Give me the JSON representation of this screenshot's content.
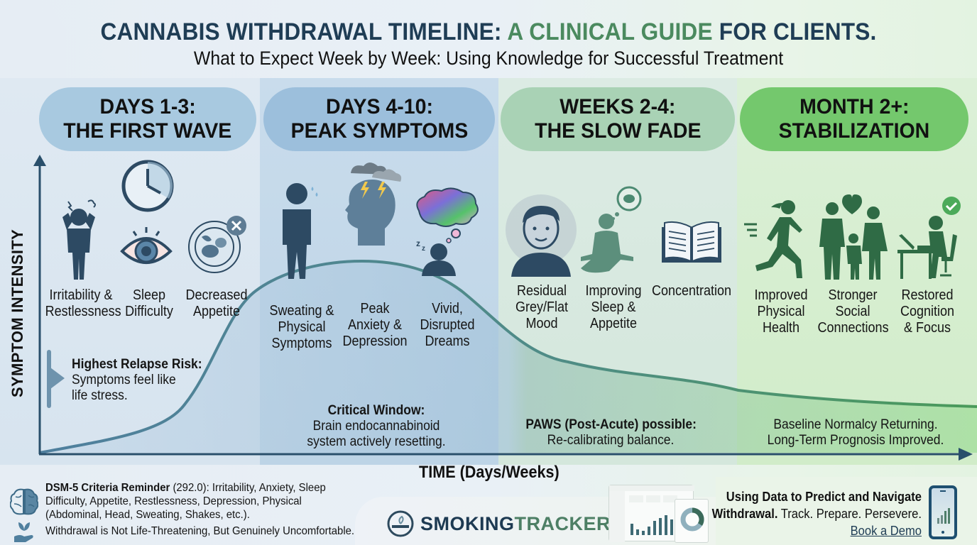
{
  "header": {
    "title_part1": "CANNABIS WITHDRAWAL TIMELINE: ",
    "title_accent": "A CLINICAL GUIDE",
    "title_part2": " FOR CLIENTS.",
    "subtitle": "What to Expect Week by Week: Using Knowledge for Successful Treatment"
  },
  "colors": {
    "title_dark": "#1f3d55",
    "title_accent": "#4b8a5f",
    "phase1_pill": "#a8c9e0",
    "phase2_pill": "#9cbfdc",
    "phase3_pill": "#a9d2b5",
    "phase4_pill": "#74c86d",
    "curve_blue": "#4f7f9e",
    "curve_green": "#4a9a5a"
  },
  "phases": [
    {
      "line1": "DAYS 1-3:",
      "line2": "THE FIRST WAVE",
      "symptoms": [
        {
          "icon": "stressed-person-icon",
          "label_lines": [
            "Irritability &",
            "Restlessness"
          ]
        },
        {
          "icon": "eye-clock-icon",
          "label_lines": [
            "Sleep",
            "Difficulty"
          ]
        },
        {
          "icon": "plate-no-food-icon",
          "label_lines": [
            "Decreased",
            "Appetite"
          ]
        }
      ],
      "note_title": "Highest Relapse Risk:",
      "note_lines": [
        "Symptoms feel like",
        "life stress."
      ]
    },
    {
      "line1": "DAYS 4-10:",
      "line2": "PEAK SYMPTOMS",
      "symptoms": [
        {
          "icon": "sweating-person-icon",
          "label_lines": [
            "Sweating &",
            "Physical",
            "Symptoms"
          ]
        },
        {
          "icon": "storm-head-icon",
          "label_lines": [
            "Peak",
            "Anxiety &",
            "Depression"
          ]
        },
        {
          "icon": "dreaming-person-icon",
          "label_lines": [
            "Vivid,",
            "Disrupted",
            "Dreams"
          ]
        }
      ],
      "note_title": "Critical Window:",
      "note_lines": [
        "Brain endocannabinoid",
        "system actively resetting."
      ]
    },
    {
      "line1": "WEEKS 2-4:",
      "line2": "THE SLOW FADE",
      "symptoms": [
        {
          "icon": "flat-mood-face-icon",
          "label_lines": [
            "Residual",
            "Grey/Flat",
            "Mood"
          ]
        },
        {
          "icon": "meditating-person-icon",
          "label_lines": [
            "Improving",
            "Sleep &",
            "Appetite"
          ]
        },
        {
          "icon": "open-book-icon",
          "label_lines": [
            "Concentration"
          ]
        }
      ],
      "note_title": "PAWS (Post-Acute) possible:",
      "note_lines": [
        "Re-calibrating balance."
      ]
    },
    {
      "line1": "MONTH 2+:",
      "line2": "STABILIZATION",
      "symptoms": [
        {
          "icon": "running-person-icon",
          "label_lines": [
            "Improved",
            "Physical",
            "Health"
          ]
        },
        {
          "icon": "family-heart-icon",
          "label_lines": [
            "Stronger",
            "Social",
            "Connections"
          ]
        },
        {
          "icon": "person-at-desk-check-icon",
          "label_lines": [
            "Restored",
            "Cognition",
            "& Focus"
          ]
        }
      ],
      "note_title": "",
      "note_lines": [
        "Baseline Normalcy Returning.",
        "Long-Term Prognosis Improved."
      ]
    }
  ],
  "chart_data": {
    "type": "area",
    "title": "Cannabis Withdrawal Timeline",
    "xlabel": "TIME (Days/Weeks)",
    "ylabel": "SYMPTOM INTENSITY",
    "categories": [
      "Days 1-3",
      "Days 4-10",
      "Weeks 2-4",
      "Month 2+"
    ],
    "x": [
      0,
      1,
      2,
      3,
      4,
      5,
      6,
      7,
      8
    ],
    "series": [
      {
        "name": "Symptom intensity (relative)",
        "values": [
          2,
          10,
          55,
          100,
          85,
          45,
          28,
          20,
          15
        ]
      }
    ],
    "ylim": [
      0,
      100
    ],
    "grid": false,
    "legend": "none"
  },
  "axis": {
    "y_label": "SYMPTOM INTENSITY",
    "x_label": "TIME (Days/Weeks)"
  },
  "footer": {
    "dsm_title": "DSM-5 Criteria Reminder",
    "dsm_code": " (292.0)",
    "dsm_text": ": Irritability, Anxiety, Sleep Difficulty, Appetite, Restlessness, Depression, Physical (Abdominal, Head, Sweating, Shakes, etc.).",
    "safety_text": "Withdrawal is Not Life-Threatening, But Genuinely Uncomfortable.",
    "brand_part1": "SMOKING",
    "brand_part2": "TRACKER",
    "cta_bold_1": "Using Data to Predict and Navigate",
    "cta_bold_2": "Withdrawal.",
    "cta_rest": " Track. Prepare. Persevere.",
    "cta_link": "Book a Demo"
  }
}
